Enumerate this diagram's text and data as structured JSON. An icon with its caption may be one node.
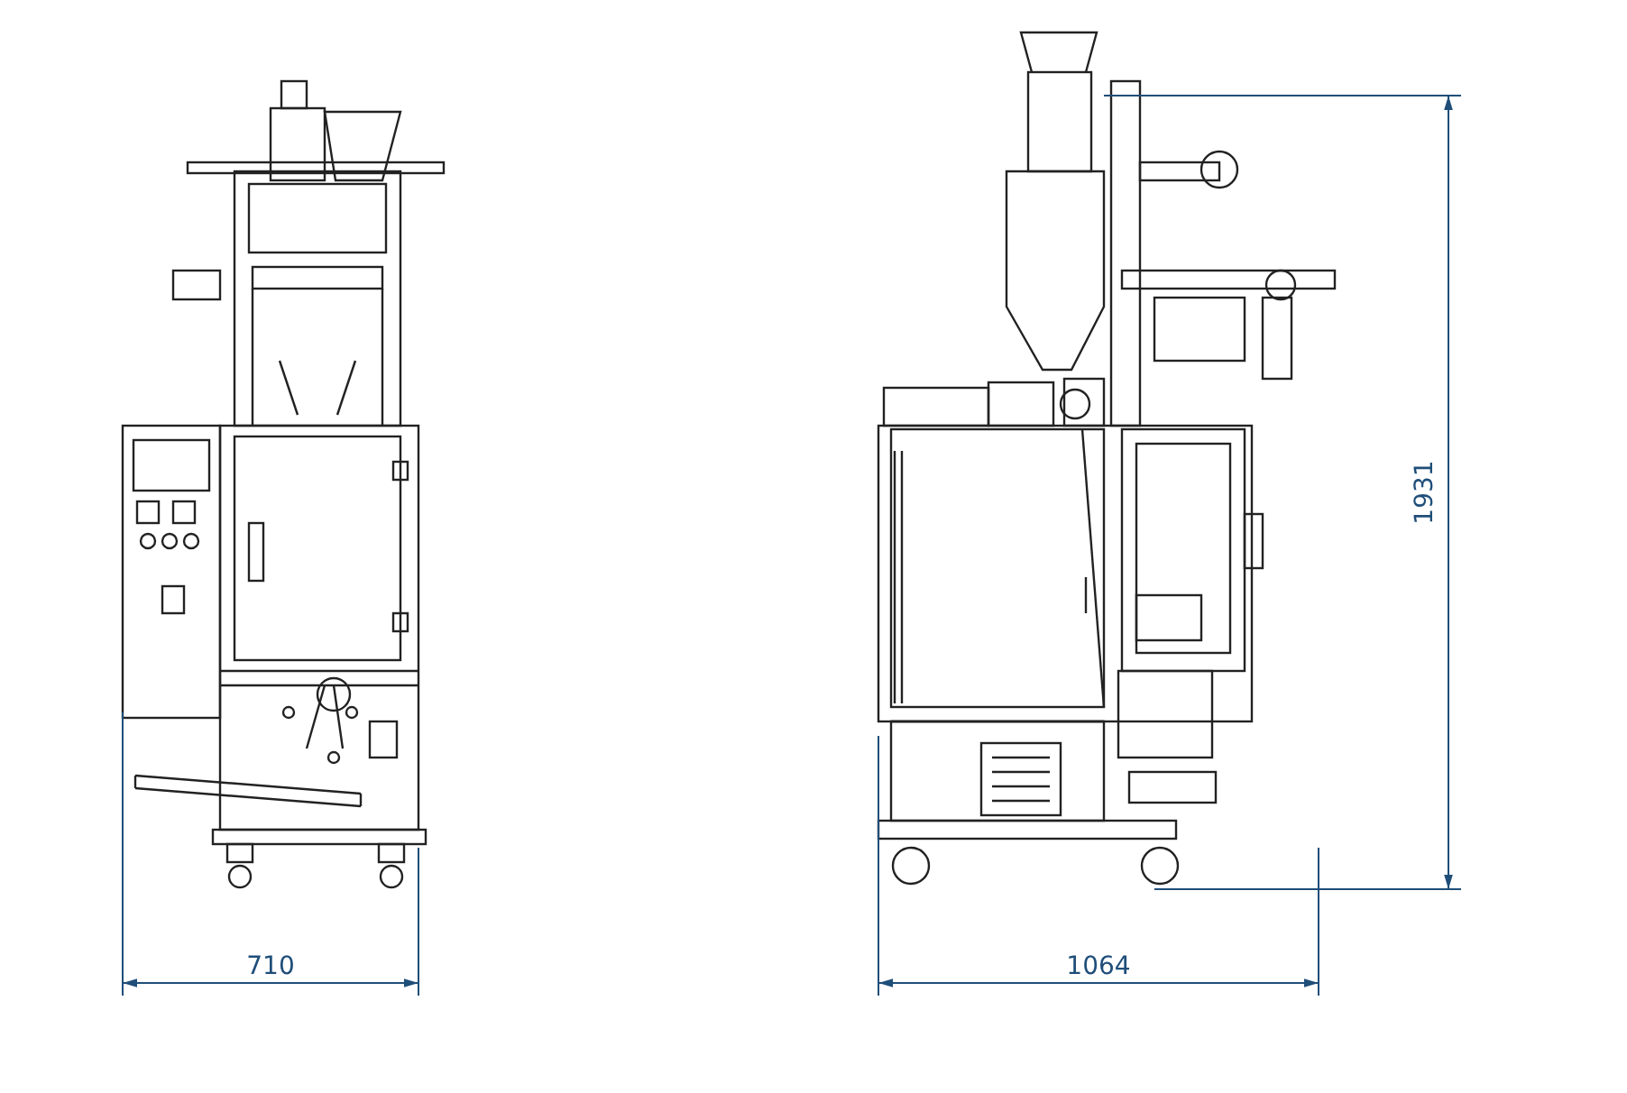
{
  "diagram": {
    "labels": [
      "710",
      "1064",
      "1931"
    ]
  }
}
